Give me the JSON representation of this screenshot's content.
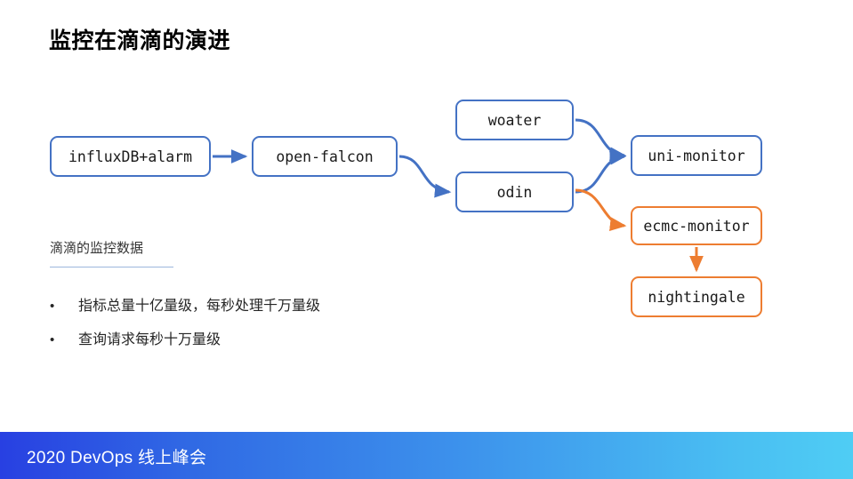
{
  "slide": {
    "title": "监控在滴滴的演进",
    "background": "#ffffff"
  },
  "colors": {
    "blue": "#4472C4",
    "orange": "#ED7D31",
    "divider": "#9DB7DD",
    "text": "#262626",
    "footer_gradient_start": "#2840E2",
    "footer_gradient_end": "#4FCDF4"
  },
  "diagram": {
    "nodes": [
      {
        "id": "influxdb-alarm",
        "label": "influxDB+alarm",
        "color": "#4472C4"
      },
      {
        "id": "open-falcon",
        "label": "open-falcon",
        "color": "#4472C4"
      },
      {
        "id": "woater",
        "label": "woater",
        "color": "#4472C4"
      },
      {
        "id": "odin",
        "label": "odin",
        "color": "#4472C4"
      },
      {
        "id": "uni-monitor",
        "label": "uni-monitor",
        "color": "#4472C4"
      },
      {
        "id": "ecmc-monitor",
        "label": "ecmc-monitor",
        "color": "#ED7D31"
      },
      {
        "id": "nightingale",
        "label": "nightingale",
        "color": "#ED7D31"
      }
    ],
    "edges": [
      {
        "from": "influxdb-alarm",
        "to": "open-falcon",
        "color": "#4472C4"
      },
      {
        "from": "open-falcon",
        "to": "odin",
        "color": "#4472C4"
      },
      {
        "from": "woater",
        "to": "uni-monitor",
        "color": "#4472C4"
      },
      {
        "from": "odin",
        "to": "uni-monitor",
        "color": "#4472C4"
      },
      {
        "from": "odin",
        "to": "ecmc-monitor",
        "color": "#ED7D31"
      },
      {
        "from": "ecmc-monitor",
        "to": "nightingale",
        "color": "#ED7D31"
      }
    ]
  },
  "content": {
    "subhead": "滴滴的监控数据",
    "bullet_marker": "•",
    "bullets": [
      "指标总量十亿量级，每秒处理千万量级",
      "查询请求每秒十万量级"
    ]
  },
  "footer": {
    "text": "2020 DevOps 线上峰会"
  }
}
